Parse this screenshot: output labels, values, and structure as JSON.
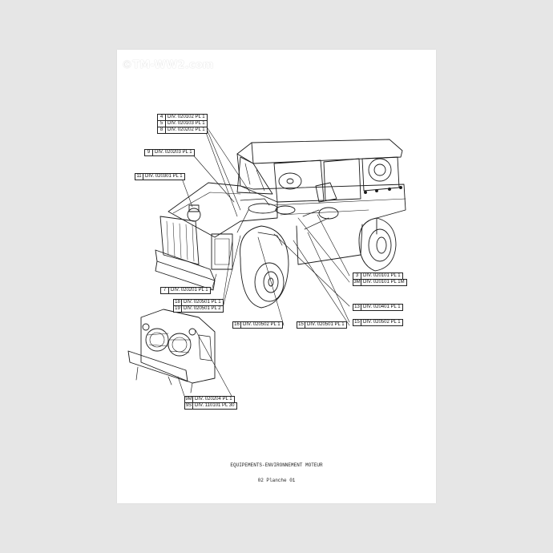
{
  "watermark": "©TM-WW2.com",
  "callouts": [
    {
      "num": "4",
      "ref": "DIV. 020102 PL 1"
    },
    {
      "num": "5",
      "ref": "DIV. 020103 PL 1"
    },
    {
      "num": "8",
      "ref": "DIV. 020202 PL 1"
    },
    {
      "num": "9",
      "ref": "DIV. 020203 PL 1"
    },
    {
      "num": "11",
      "ref": "DIV. 020301 PL 1"
    },
    {
      "num": "3",
      "ref": "DIV. 020101 PL 1"
    },
    {
      "num": "3M",
      "ref": "DIV. 020101 PL 1M"
    },
    {
      "num": "7",
      "ref": "DIV. 020201 PL 1"
    },
    {
      "num": "18",
      "ref": "DIV. 020501 PL 1"
    },
    {
      "num": "19",
      "ref": "DIV. 020501 PL 2"
    },
    {
      "num": "13",
      "ref": "DIV. 020401 PL 1"
    },
    {
      "num": "16",
      "ref": "DIV. 020502 PL 1"
    },
    {
      "num": "15",
      "ref": "DIV. 020501 PL 1"
    },
    {
      "num": "15",
      "ref": "DIV. 020502 PL 1"
    },
    {
      "num": "9M",
      "ref": "DIV. 020204 PL 1"
    },
    {
      "num": "9S",
      "ref": "DIV. 110101 PL 30"
    }
  ],
  "caption": {
    "title": "EQUIPEMENTS-ENVIRONNEMENT MOTEUR",
    "plate": "02 Planche 01"
  }
}
